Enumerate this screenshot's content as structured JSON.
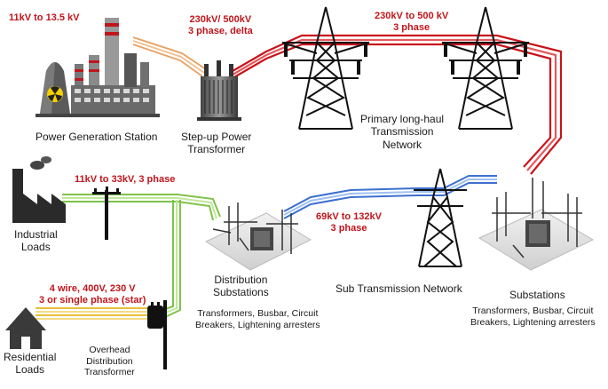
{
  "labels": {
    "gen_voltage": "11kV to 13.5 kV",
    "stepup_voltage_1": "230kV/ 500kV",
    "stepup_voltage_2": "3 phase, delta",
    "transmission_voltage_1": "230kV to 500 kV",
    "transmission_voltage_2": "3 phase",
    "industrial_voltage": "11kV to 33kV, 3 phase",
    "sub_voltage_1": "69kV to 132kV",
    "sub_voltage_2": "3 phase",
    "residential_voltage_1": "4 wire, 400V, 230 V",
    "residential_voltage_2": "3 or single phase (star)"
  },
  "nodes": {
    "power_station": "Power Generation Station",
    "stepup_transformer_1": "Step-up Power",
    "stepup_transformer_2": "Transformer",
    "primary_network_1": "Primary long-haul",
    "primary_network_2": "Transmission",
    "primary_network_3": "Network",
    "industrial_1": "Industrial",
    "industrial_2": "Loads",
    "distribution_sub_1": "Distribution",
    "distribution_sub_2": "Substations",
    "distribution_sub_detail_1": "Transformers, Busbar, Circuit",
    "distribution_sub_detail_2": "Breakers, Lightening arresters",
    "sub_transmission": "Sub Transmission Network",
    "substations": "Substations",
    "substations_detail_1": "Transformers, Busbar, Circuit",
    "substations_detail_2": "Breakers, Lightening arresters",
    "residential_1": "Residential",
    "residential_2": "Loads",
    "overhead_1": "Overhead",
    "overhead_2": "Distribution",
    "overhead_3": "Transformer"
  },
  "colors": {
    "label_red": "#c0151b",
    "line_orange": "#e8a060",
    "line_red": "#c8141c",
    "line_blue": "#3c6fd0",
    "line_green": "#7fc24a",
    "line_yellow": "#e8c038"
  },
  "icons": [
    "nuclear-plant-icon",
    "transformer-icon",
    "transmission-tower-icon",
    "factory-icon",
    "house-icon",
    "utility-pole-icon",
    "substation-icon"
  ]
}
